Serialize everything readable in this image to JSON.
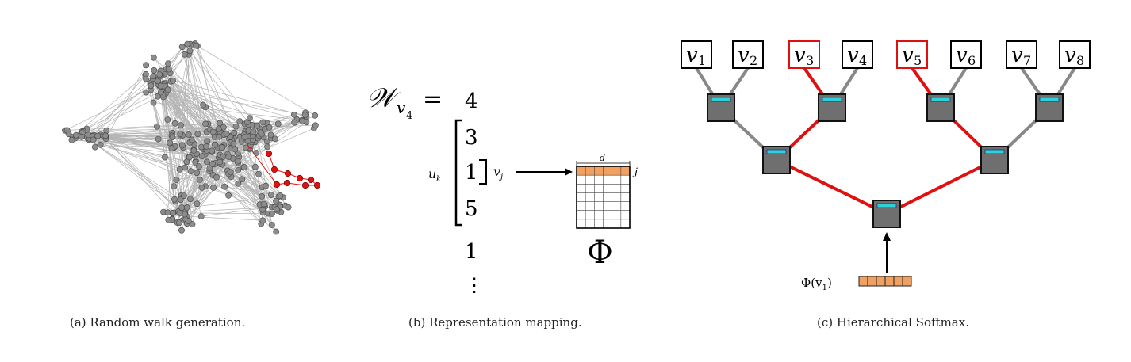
{
  "panel_a": {
    "caption": "(a) Random walk generation.",
    "node_color": "#8c8c8c",
    "edge_color": "#b4b4b4",
    "walk_color": "#e01010"
  },
  "panel_b": {
    "caption": "(b) Representation mapping.",
    "walk_symbol": "𝒲",
    "walk_subscript": "v",
    "walk_subsubscript": "4",
    "equals": "=",
    "walk_values": [
      "4",
      "3",
      "1",
      "5",
      "1",
      "⋮"
    ],
    "window_label": "u",
    "window_label_sub": "k",
    "target_label": "v",
    "target_label_sub": "j",
    "matrix_dim_label": "d",
    "matrix_row_label": "j",
    "matrix_name": "Φ",
    "row_color": "#f0a060"
  },
  "panel_c": {
    "caption": "(c) Hierarchical Softmax.",
    "leaves": [
      {
        "name": "v",
        "sub": "1",
        "highlight": false
      },
      {
        "name": "v",
        "sub": "2",
        "highlight": false
      },
      {
        "name": "v",
        "sub": "3",
        "highlight": true
      },
      {
        "name": "v",
        "sub": "4",
        "highlight": false
      },
      {
        "name": "v",
        "sub": "5",
        "highlight": true
      },
      {
        "name": "v",
        "sub": "6",
        "highlight": false
      },
      {
        "name": "v",
        "sub": "7",
        "highlight": false
      },
      {
        "name": "v",
        "sub": "8",
        "highlight": false
      }
    ],
    "input_label": "Φ(v",
    "input_label_sub": "1",
    "input_label_close": ")",
    "node_fill": "#6f6f6f",
    "node_strip": "#30d0d8",
    "path_color": "#e01010",
    "edge_color": "#888888",
    "vector_color": "#f0a060"
  }
}
